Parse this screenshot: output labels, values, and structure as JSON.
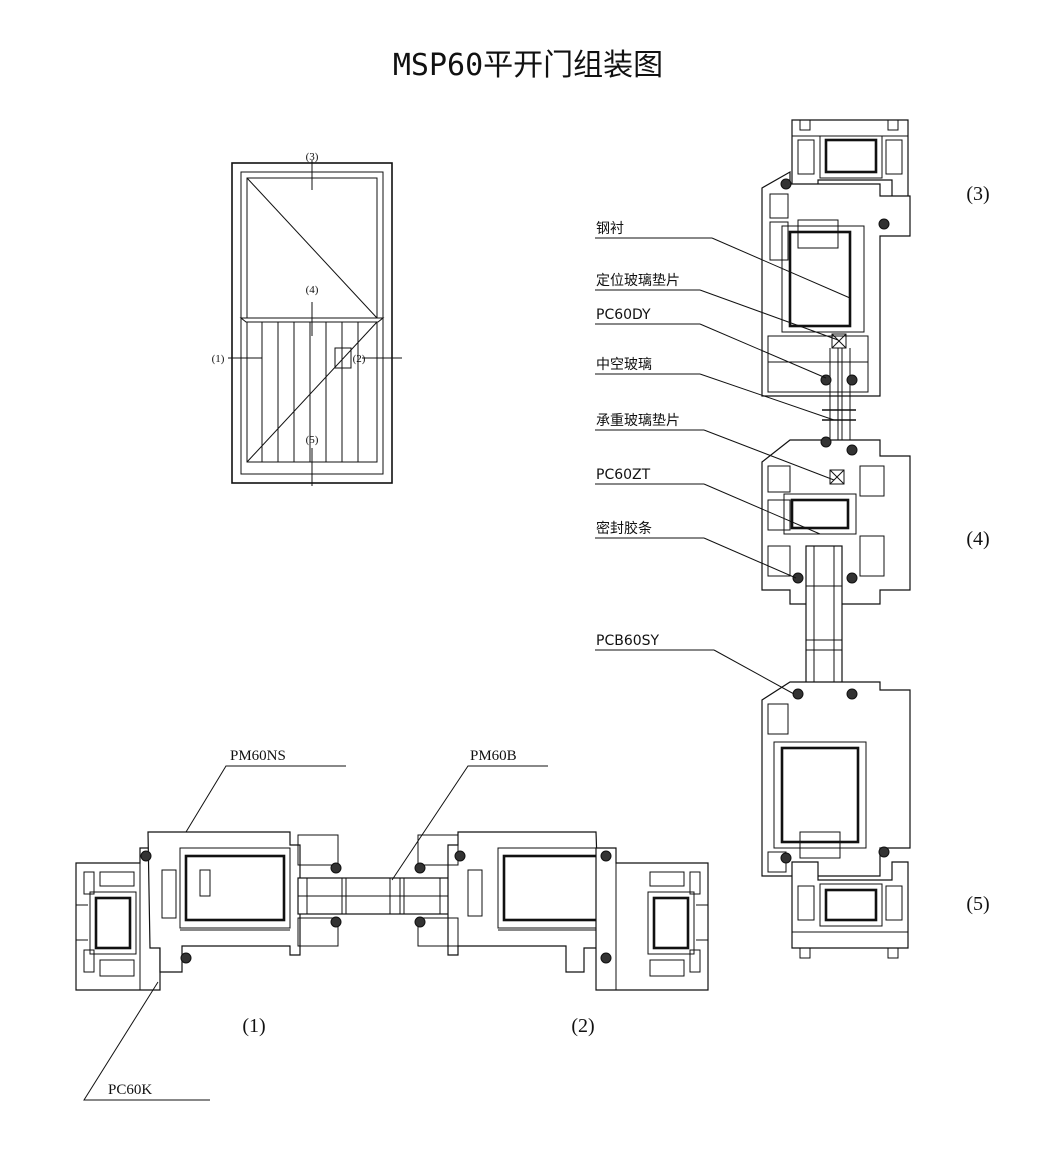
{
  "title": "MSP60平开门组装图",
  "elevation": {
    "markers": [
      "(1)",
      "(2)",
      "(3)",
      "(4)",
      "(5)"
    ]
  },
  "horizontal_section": {
    "labels": {
      "sash": "PM60NS",
      "bead": "PM60B",
      "frame": "PC60K"
    },
    "section_markers": [
      "(1)",
      "(2)"
    ]
  },
  "vertical_section": {
    "labels": [
      "钢衬",
      "定位玻璃垫片",
      "PC60DY",
      "中空玻璃",
      "承重玻璃垫片",
      "PC60ZT",
      "密封胶条",
      "PCB60SY"
    ],
    "section_markers": [
      "(3)",
      "(4)",
      "(5)"
    ]
  }
}
